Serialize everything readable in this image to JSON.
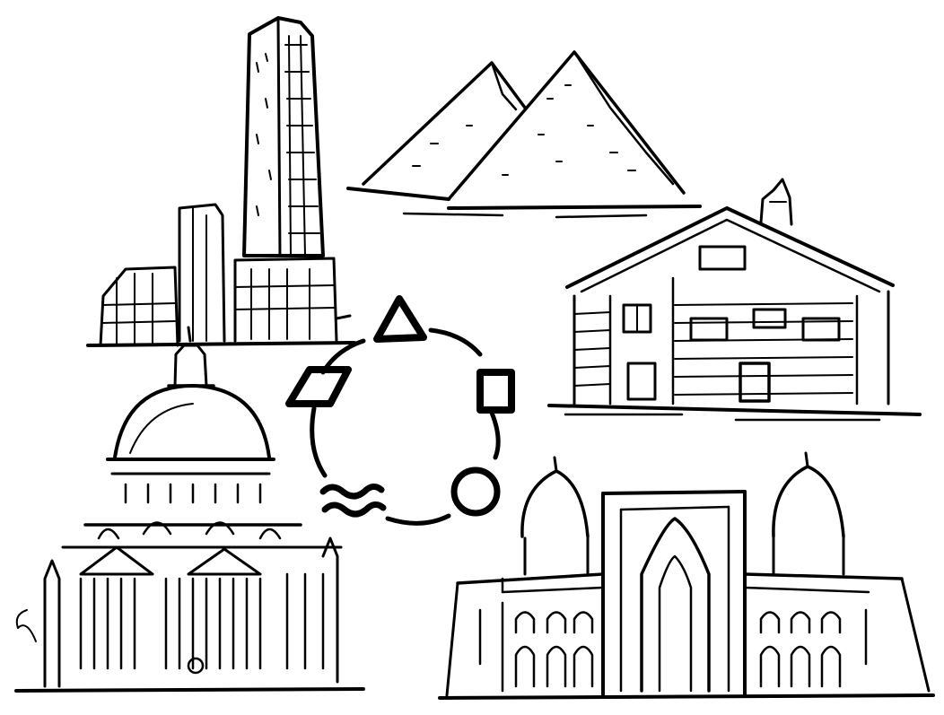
{
  "diagram": {
    "stroke_color": "#000000",
    "background_color": "#ffffff",
    "buildings": [
      {
        "id": "skyscraper",
        "description_icon": "skyscraper-icon"
      },
      {
        "id": "pyramids",
        "description_icon": "pyramid-icon"
      },
      {
        "id": "wooden-house",
        "description_icon": "house-icon"
      },
      {
        "id": "domed-church",
        "description_icon": "dome-church-icon"
      },
      {
        "id": "mosque",
        "description_icon": "mosque-icon"
      }
    ],
    "cycle_symbols": [
      {
        "id": "triangle",
        "icon": "triangle-icon"
      },
      {
        "id": "square",
        "icon": "square-icon"
      },
      {
        "id": "circle",
        "icon": "circle-icon"
      },
      {
        "id": "waves",
        "icon": "waves-icon"
      },
      {
        "id": "rhombus",
        "icon": "rhombus-icon"
      }
    ]
  }
}
